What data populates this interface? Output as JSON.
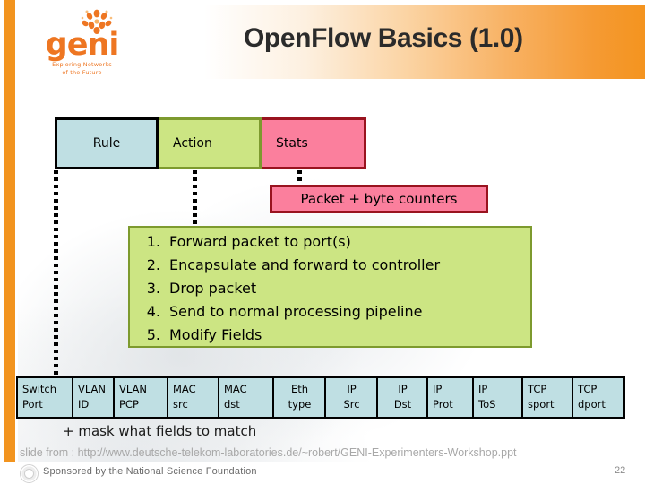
{
  "header": {
    "title": "OpenFlow Basics (1.0)",
    "logo_word": "geni",
    "logo_tagline_line1": "Exploring Networks",
    "logo_tagline_line2": "of the Future",
    "accent_color": "#f2941f",
    "title_color": "#2b2b2b"
  },
  "flow_boxes": [
    {
      "label": "Rule",
      "fill": "#bfdfe3",
      "border": "#000000"
    },
    {
      "label": "Action",
      "fill": "#cce583",
      "border": "#7d9a2e"
    },
    {
      "label": "Stats",
      "fill": "#fb7f9d",
      "border": "#99131f"
    }
  ],
  "stats_detail": {
    "label": "Packet + byte counters",
    "fill": "#fb7f9d",
    "border": "#99131f"
  },
  "actions": {
    "fill": "#cce583",
    "border": "#7d9a2e",
    "items": [
      {
        "num": "1.",
        "text": "Forward packet to port(s)"
      },
      {
        "num": "2.",
        "text": "Encapsulate and forward to controller"
      },
      {
        "num": "3.",
        "text": "Drop packet"
      },
      {
        "num": "4.",
        "text": "Send to normal processing pipeline"
      },
      {
        "num": "5.",
        "text": "Modify Fields"
      }
    ]
  },
  "header_fields": {
    "fill": "#bfdfe3",
    "border": "#000000",
    "mask_note": "+ mask what fields to match",
    "columns": [
      {
        "line1": "Switch",
        "line2": "Port",
        "width": 62
      },
      {
        "line1": "VLAN",
        "line2": "ID",
        "width": 46
      },
      {
        "line1": "VLAN",
        "line2": "PCP",
        "width": 60
      },
      {
        "line1": "MAC",
        "line2": "src",
        "width": 57
      },
      {
        "line1": "MAC",
        "line2": "dst",
        "width": 61
      },
      {
        "line1": "Eth",
        "line2": "type",
        "width": 58,
        "center": true
      },
      {
        "line1": "IP",
        "line2": "Src",
        "width": 58,
        "center": true
      },
      {
        "line1": "IP",
        "line2": "Dst",
        "width": 56,
        "center": true
      },
      {
        "line1": "IP",
        "line2": "Prot",
        "width": 51
      },
      {
        "line1": "IP",
        "line2": "ToS",
        "width": 55
      },
      {
        "line1": "TCP",
        "line2": "sport",
        "width": 56
      },
      {
        "line1": "TCP",
        "line2": "dport",
        "width": 56
      }
    ]
  },
  "footer": {
    "source_line": "slide from : http://www.deutsche-telekom-laboratories.de/~robert/GENI-Experimenters-Workshop.ppt",
    "sponsor_text": "Sponsored by the National Science Foundation",
    "page_number": "22"
  }
}
